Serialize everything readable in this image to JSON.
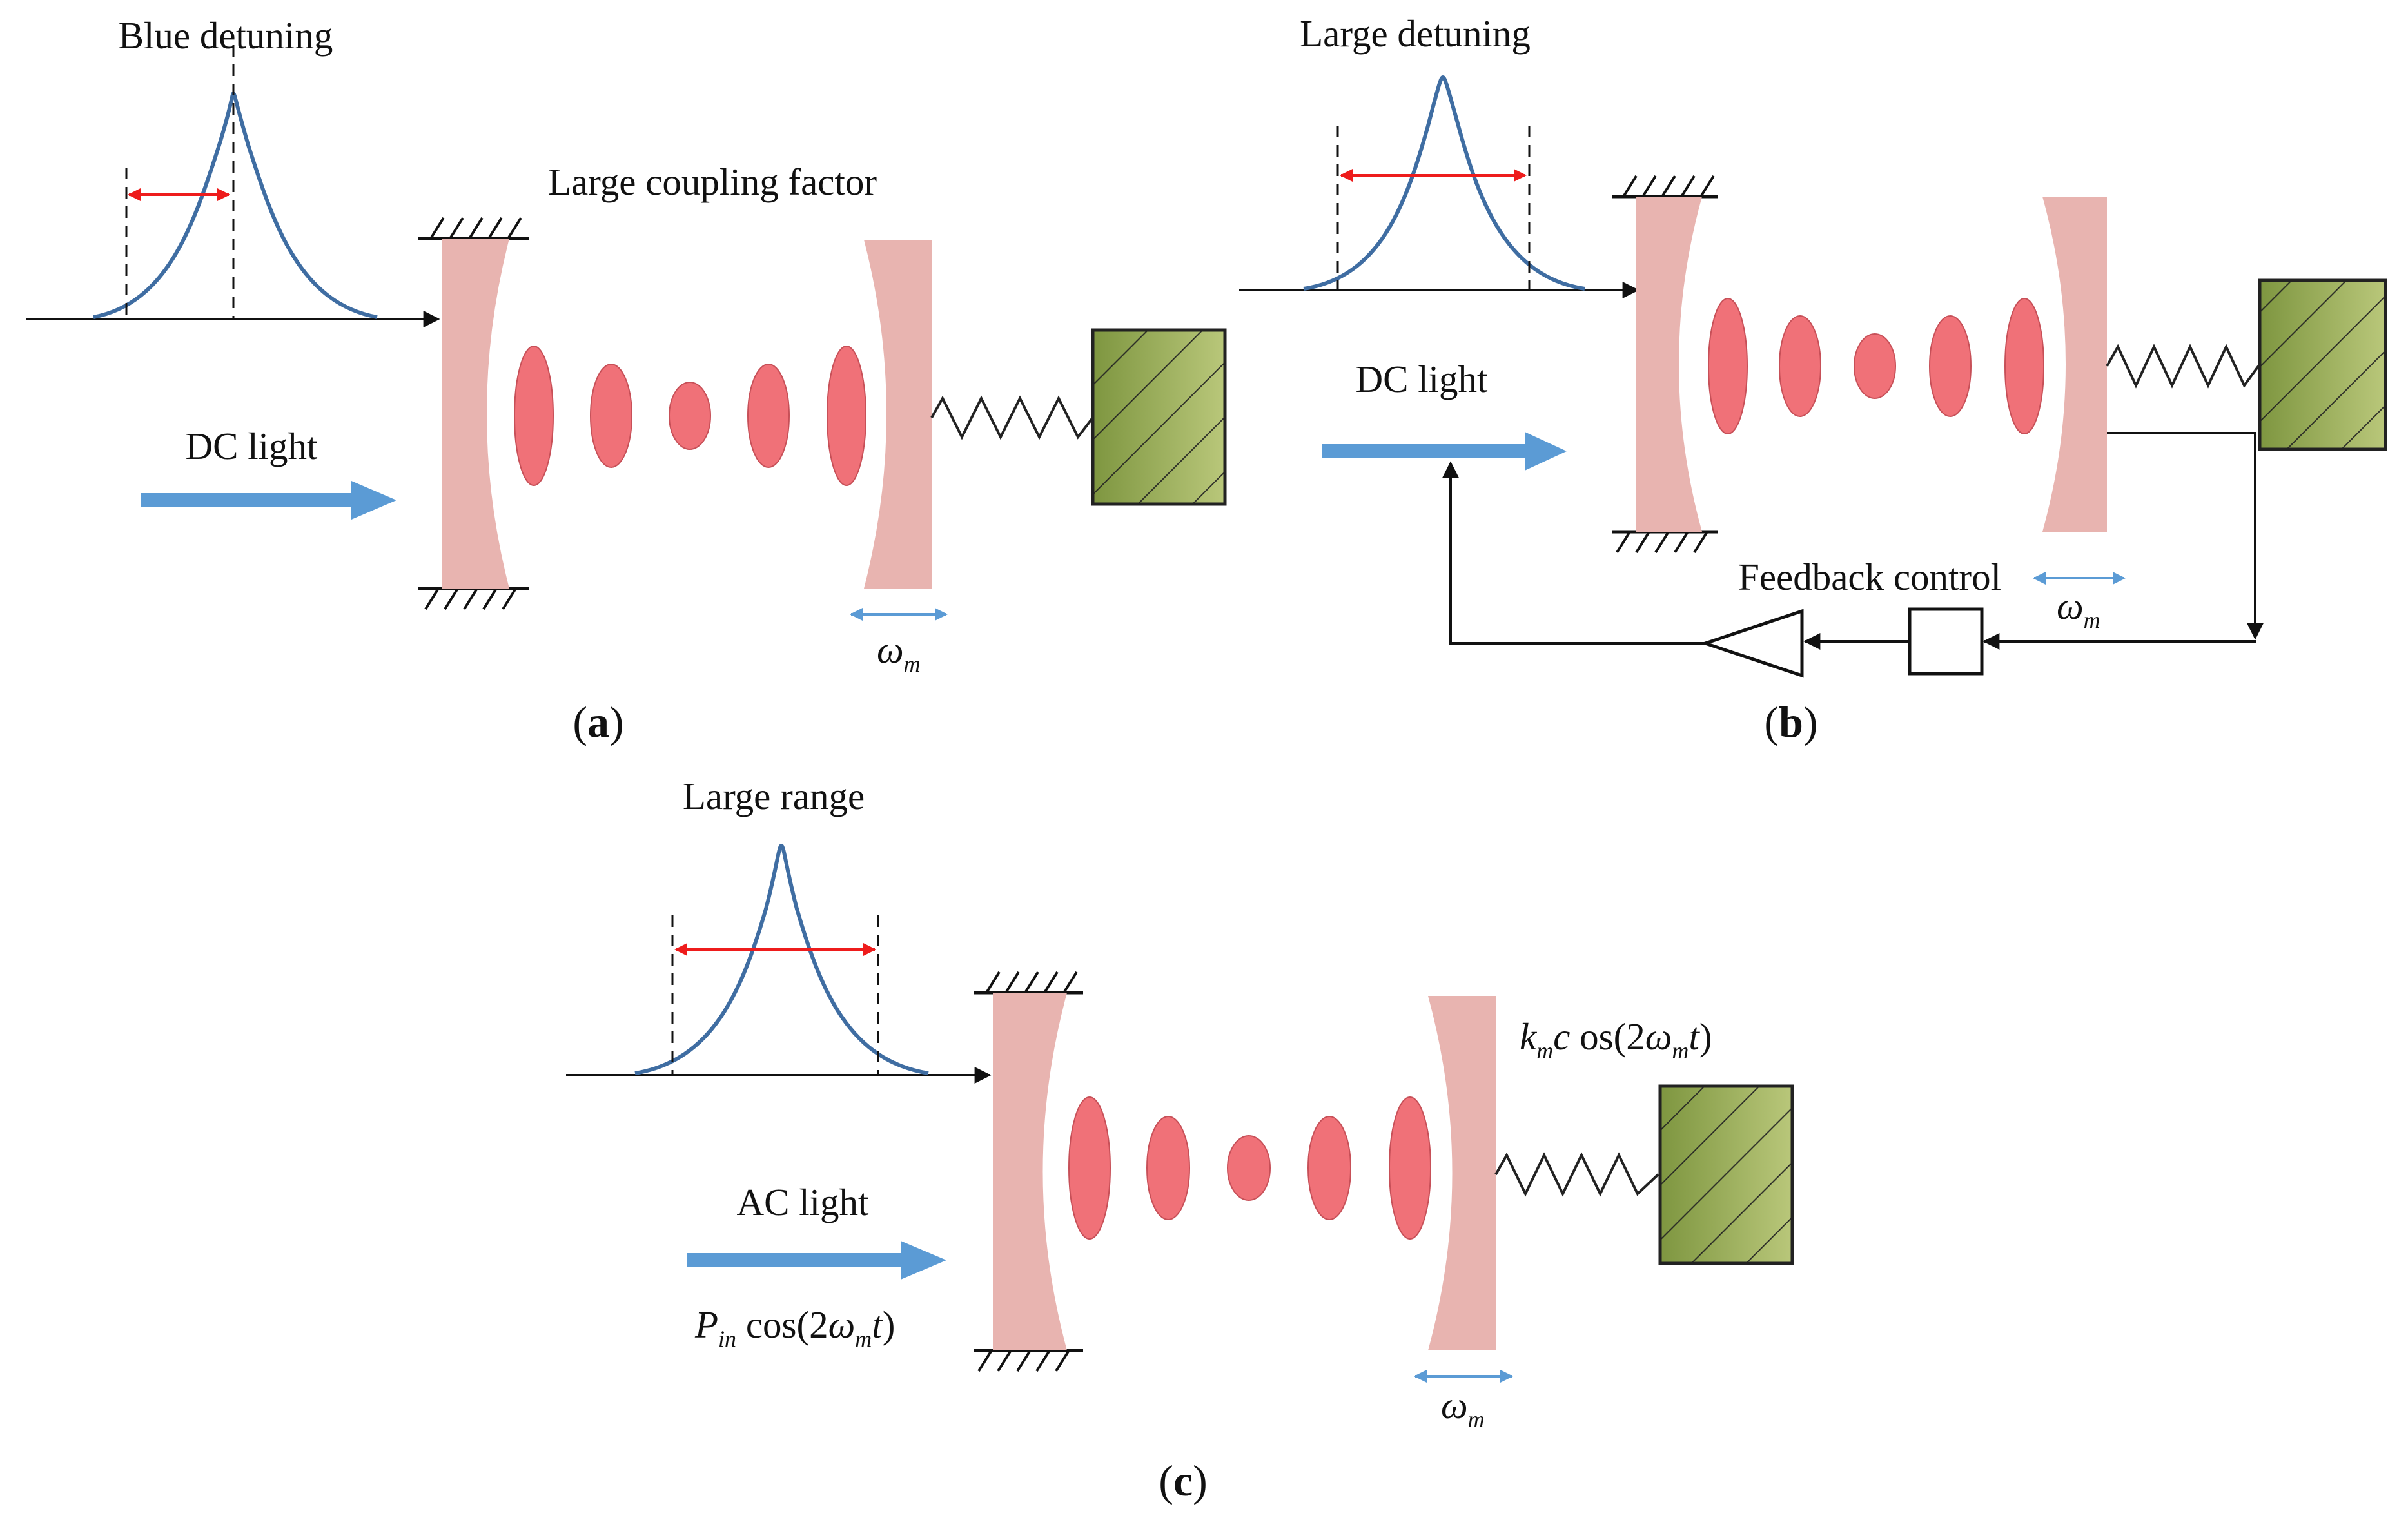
{
  "panel_a": {
    "caption_open": "(",
    "caption_letter": "a",
    "caption_close": ")",
    "detuning_label": "Blue detuning",
    "coupling_label": "Large coupling factor",
    "light_label": "DC light",
    "freq_symbol": "ω",
    "freq_sub": "m"
  },
  "panel_b": {
    "caption_open": "(",
    "caption_letter": "b",
    "caption_close": ")",
    "detuning_label": "Large detuning",
    "light_label": "DC light",
    "feedback_label": "Feedback control",
    "freq_symbol": "ω",
    "freq_sub": "m"
  },
  "panel_c": {
    "caption_open": "(",
    "caption_letter": "c",
    "caption_close": ")",
    "range_label": "Large range",
    "light_label": "AC light",
    "power_symbol": "P",
    "power_sub": "in",
    "power_func": " cos(2",
    "power_omega": "ω",
    "power_omega_sub": "m",
    "power_tail": "t",
    "power_close": ")",
    "spring_k": "k",
    "spring_k_sub": "m",
    "spring_c": "c",
    "spring_func": " os(2",
    "spring_omega": "ω",
    "spring_omega_sub": "m",
    "spring_tail": "t",
    "spring_close": ")",
    "freq_symbol": "ω",
    "freq_sub": "m"
  },
  "colors": {
    "mirror": "#e8b4b0",
    "photon": "#f07178",
    "photon_edge": "#c75058",
    "curve": "#3f6da2",
    "arrow_blue": "#5b9bd5",
    "red_arrow": "#ee1c1c",
    "mass": "#8fa34d"
  }
}
